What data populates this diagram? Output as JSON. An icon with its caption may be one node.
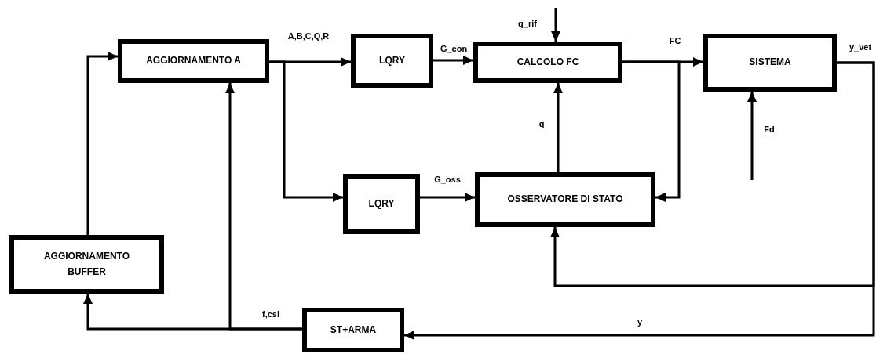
{
  "diagram": {
    "nodes": [
      {
        "text": [
          "AGGIORNAMENTO A"
        ]
      },
      {
        "text": [
          "LQRY"
        ]
      },
      {
        "text": [
          "CALCOLO FC"
        ]
      },
      {
        "text": [
          "SISTEMA"
        ]
      },
      {
        "text": [
          "LQRY"
        ]
      },
      {
        "text": [
          "OSSERVATORE DI STATO"
        ]
      },
      {
        "text": [
          "AGGIORNAMENTO BUFFER"
        ]
      },
      {
        "text": [
          "ST+ARMA"
        ]
      }
    ],
    "edges": [
      {
        "from": 0,
        "to": 1,
        "arrow": "to",
        "label": "A,B,C,Q,R"
      },
      {
        "from": 0,
        "to": 4,
        "arrow": "to"
      },
      {
        "from": 1,
        "to": 2,
        "arrow": "to",
        "label": "G_con"
      },
      {
        "from": null,
        "to": 2,
        "arrow": "to",
        "label": "q_rif"
      },
      {
        "from": 5,
        "to": 2,
        "arrow": "to",
        "label": "q"
      },
      {
        "from": 2,
        "to": 3,
        "arrow": "to",
        "label": "FC"
      },
      {
        "from": 2,
        "to": 5,
        "arrow": "to"
      },
      {
        "from": null,
        "to": 3,
        "arrow": "to",
        "label": "Fd"
      },
      {
        "from": 3,
        "to": 5,
        "arrow": "to",
        "label": "y_vet"
      },
      {
        "from": 3,
        "to": 7,
        "arrow": "to",
        "label": "y"
      },
      {
        "from": 7,
        "to": 6,
        "arrow": "to",
        "label": "f,csi"
      },
      {
        "from": 7,
        "to": 0,
        "arrow": "to"
      },
      {
        "from": 6,
        "to": 0,
        "arrow": "to"
      },
      {
        "from": 4,
        "to": 5,
        "arrow": "to",
        "label": "G_oss"
      }
    ]
  }
}
